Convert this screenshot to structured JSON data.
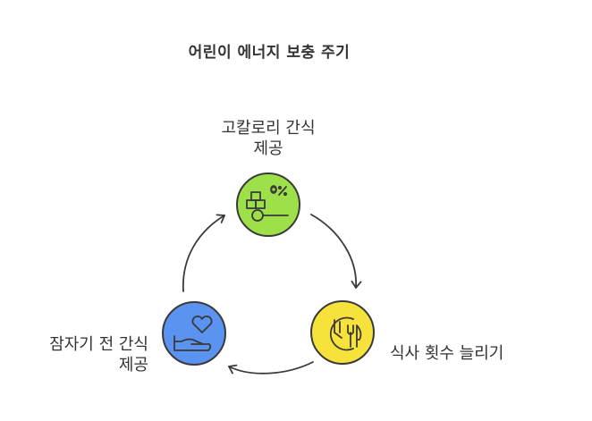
{
  "title": "어린이 에너지 보충 주기",
  "steps": [
    {
      "line1": "고칼로리 간식",
      "line2": "제공",
      "icon": "snack-scale-icon",
      "color": "#9ee04a"
    },
    {
      "line1": "식사 횟수 늘리기",
      "icon": "clock-cutlery-icon",
      "color": "#f7e23c"
    },
    {
      "line1": "잠자기 전 간식",
      "line2": "제공",
      "icon": "hand-heart-icon",
      "color": "#5b93f0"
    }
  ]
}
